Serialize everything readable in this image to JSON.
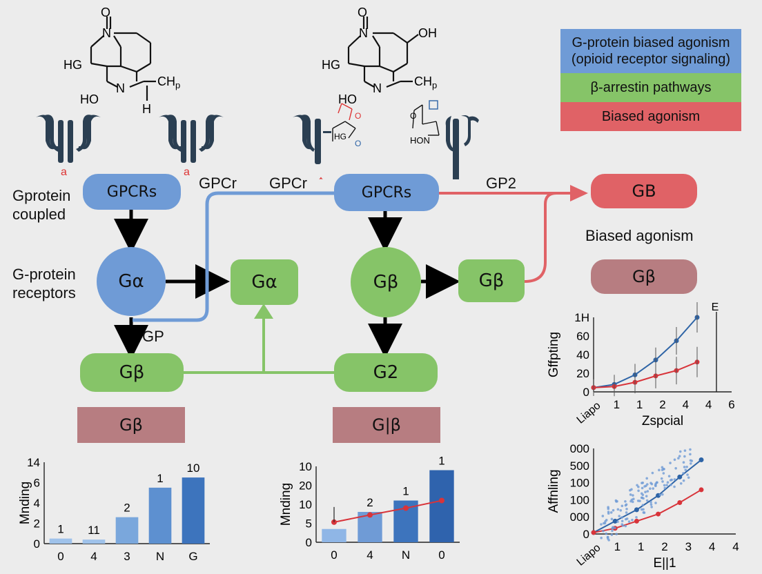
{
  "legend": {
    "blue": "G-protein biased agonism (opioid receptor signaling)",
    "green": "β-arrestin pathways",
    "red": "Biased agonism",
    "colors": {
      "blue": "#6f9bd6",
      "green": "#86c468",
      "red": "#e06266",
      "mauve": "#b77d81"
    }
  },
  "molecules": {
    "m1": {
      "top_o": "O",
      "n1": "N",
      "hg": "HG",
      "ho": "HO",
      "n2": "N",
      "ch": "CH",
      "ch_sub": "p",
      "h": "H"
    },
    "m2": {
      "top_o": "O",
      "n1": "N",
      "oh": "OH",
      "hg": "HG",
      "ho": "HO",
      "n2": "N",
      "ch": "CH",
      "ch_sub": "p"
    },
    "m3": {
      "hg": "HG",
      "o": "O",
      "o2": "O"
    },
    "m4": {
      "o": "O",
      "hon": "HON"
    }
  },
  "labels": {
    "gprotein_coupled": "Gprotein\ncoupled",
    "gprotein_receptors": "G-protein\nreceptors",
    "gpcr1": "GPCr",
    "gpcr2": "GPCr",
    "gp": "GP",
    "gp2": "GP2",
    "biased_agonism": "Biased agonism"
  },
  "nodes": {
    "gpcrs_left": "GPCRs",
    "galpha_circle": "Gα",
    "galpha_box": "Gα",
    "gbeta_left": "Gβ",
    "gbeta_mauve_left": "Gβ",
    "gpcrs_center": "GPCRs",
    "gbeta_circle": "Gβ",
    "gbeta_center_box": "Gβ",
    "g2_box": "G2",
    "gbeta_mauve_center": "G|β",
    "gb_red": "GB",
    "gbeta_mauve_right": "Gβ"
  },
  "chart_data": [
    {
      "type": "bar",
      "ylabel": "Mnding",
      "categories": [
        "0",
        "4",
        "3",
        "N",
        "G"
      ],
      "values": [
        0.5,
        0.4,
        2.6,
        5.5,
        6.5
      ],
      "data_labels": [
        "1",
        "11",
        "2",
        "1",
        "10"
      ],
      "yticks": [
        "0",
        "2",
        "4",
        "6",
        "14"
      ],
      "ylim": [
        0,
        8
      ]
    },
    {
      "type": "bar",
      "ylabel": "Mnding",
      "categories": [
        "0",
        "4",
        "N",
        "0"
      ],
      "values": [
        3.5,
        8,
        11,
        19
      ],
      "data_labels": [
        "",
        "2",
        "1",
        "1"
      ],
      "line_values": [
        5.3,
        7.2,
        9,
        11
      ],
      "yticks": [
        "0",
        "5",
        "10",
        "20",
        "10"
      ],
      "ylim": [
        0,
        20
      ]
    },
    {
      "type": "line",
      "ylabel": "Gffpting",
      "xlabel": "Zspcial",
      "xticks": [
        "Liapo",
        "1",
        "1",
        "2",
        "4",
        "4",
        "6"
      ],
      "yticks": [
        "0",
        "20",
        "40",
        "60",
        "1H"
      ],
      "corner_label": "E",
      "ylim": [
        0,
        70
      ],
      "series": [
        {
          "color": "#2e64a6",
          "values": [
            4,
            7,
            16,
            30,
            48,
            70
          ]
        },
        {
          "color": "#d8343a",
          "values": [
            4,
            5,
            9,
            15,
            20,
            28
          ]
        }
      ]
    },
    {
      "type": "scatter",
      "ylabel": "Affnling",
      "xlabel": "E||1",
      "xticks": [
        "Liapo",
        "1",
        "1",
        "2",
        "3",
        "4",
        "4"
      ],
      "yticks": [
        "0",
        "000",
        "100",
        "100",
        "500",
        "000"
      ],
      "ylim": [
        0,
        600
      ],
      "series": [
        {
          "color": "#2e64a6",
          "values": [
            10,
            90,
            170,
            270,
            400,
            520
          ]
        },
        {
          "color": "#d8343a",
          "values": [
            10,
            40,
            90,
            140,
            220,
            310
          ]
        }
      ]
    }
  ]
}
